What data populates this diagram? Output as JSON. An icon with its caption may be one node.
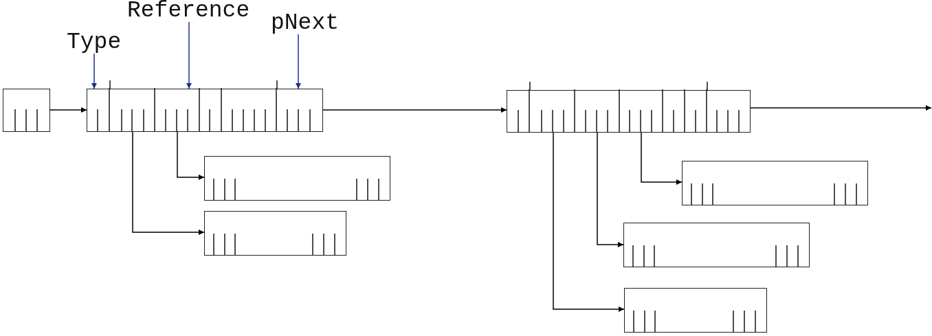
{
  "diagram": {
    "nodes": [
      {
        "text": [
          "Type"
        ]
      },
      {
        "text": [
          "Reference"
        ]
      },
      {
        "text": [
          "pNext"
        ]
      },
      {
        "text": [],
        "shape": "box"
      },
      {
        "text": [],
        "shape": "box"
      },
      {
        "text": [],
        "shape": "box"
      },
      {
        "text": [],
        "shape": "box"
      },
      {
        "text": [],
        "shape": "box"
      },
      {
        "text": [],
        "shape": "box"
      },
      {
        "text": [],
        "shape": "box"
      },
      {
        "text": [],
        "shape": "box"
      }
    ],
    "edges": [
      {
        "from": 0,
        "to": 4,
        "arrow": "to",
        "color": "#1f2f8f"
      },
      {
        "from": 1,
        "to": 4,
        "arrow": "to",
        "color": "#1f2f8f"
      },
      {
        "from": 2,
        "to": 4,
        "arrow": "to",
        "color": "#1f2f8f"
      },
      {
        "from": 3,
        "to": 4,
        "arrow": "to"
      },
      {
        "from": 4,
        "to": 5,
        "arrow": "to"
      },
      {
        "from": 4,
        "to": 6,
        "arrow": "to"
      },
      {
        "from": 4,
        "to": 7,
        "arrow": "to"
      },
      {
        "from": 7,
        "to": null,
        "arrow": "to"
      },
      {
        "from": 7,
        "to": 8,
        "arrow": "to"
      },
      {
        "from": 7,
        "to": 9,
        "arrow": "to"
      },
      {
        "from": 7,
        "to": 10,
        "arrow": "to"
      }
    ]
  }
}
